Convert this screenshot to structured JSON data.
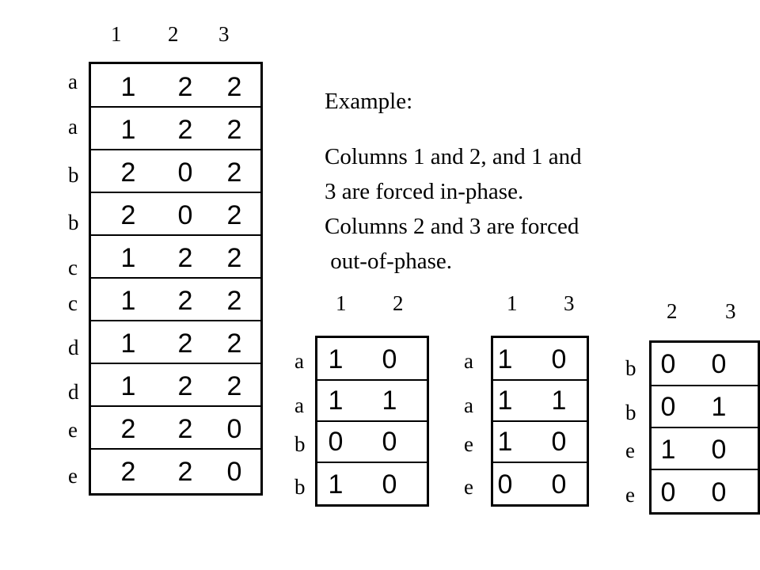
{
  "main_table": {
    "column_headers": [
      "1",
      "2",
      "3"
    ],
    "row_labels": [
      "a",
      "a",
      "b",
      "b",
      "c",
      "c",
      "d",
      "d",
      "e",
      "e"
    ],
    "rows": [
      [
        "1",
        "2",
        "2"
      ],
      [
        "1",
        "2",
        "2"
      ],
      [
        "2",
        "0",
        "2"
      ],
      [
        "2",
        "0",
        "2"
      ],
      [
        "1",
        "2",
        "2"
      ],
      [
        "1",
        "2",
        "2"
      ],
      [
        "1",
        "2",
        "2"
      ],
      [
        "1",
        "2",
        "2"
      ],
      [
        "2",
        "2",
        "0"
      ],
      [
        "2",
        "2",
        "0"
      ]
    ]
  },
  "example": {
    "heading": "Example:",
    "lines": [
      "Columns 1 and 2, and 1 and",
      "3 are forced in-phase.",
      "Columns 2 and 3 are forced",
      " out-of-phase."
    ]
  },
  "sub_tables": [
    {
      "column_headers": [
        "1",
        "2"
      ],
      "row_labels": [
        "a",
        "a",
        "b",
        "b"
      ],
      "rows": [
        [
          "1",
          "0"
        ],
        [
          "1",
          "1"
        ],
        [
          "0",
          "0"
        ],
        [
          "1",
          "0"
        ]
      ]
    },
    {
      "column_headers": [
        "1",
        "3"
      ],
      "row_labels": [
        "a",
        "a",
        "e",
        "e"
      ],
      "rows": [
        [
          "1",
          "0"
        ],
        [
          "1",
          "1"
        ],
        [
          "1",
          "0"
        ],
        [
          "0",
          "0"
        ]
      ]
    },
    {
      "column_headers": [
        "2",
        "3"
      ],
      "row_labels": [
        "b",
        "b",
        "e",
        "e"
      ],
      "rows": [
        [
          "0",
          "0"
        ],
        [
          "0",
          "1"
        ],
        [
          "1",
          "0"
        ],
        [
          "0",
          "0"
        ]
      ]
    }
  ]
}
